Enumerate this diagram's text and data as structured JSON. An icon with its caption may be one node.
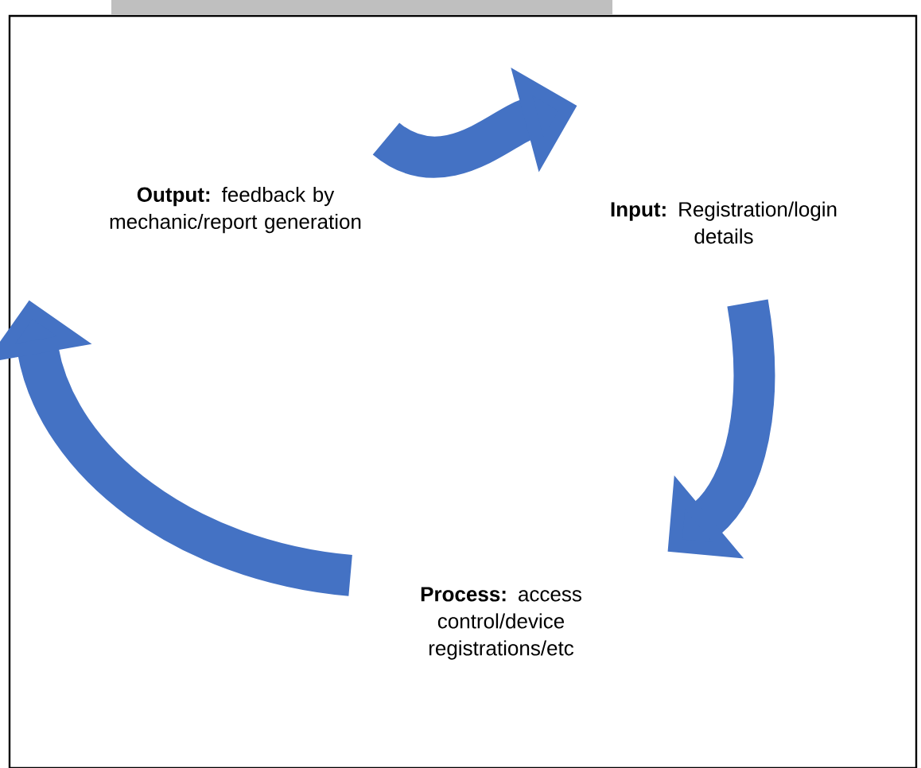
{
  "diagram": {
    "nodes": [
      {
        "text": [
          "**Output:** feedback by mechanic/report generation"
        ]
      },
      {
        "text": [
          "**Input:** Registration/login details"
        ]
      },
      {
        "text": [
          "**Process:** access control/device registrations/etc"
        ]
      }
    ],
    "edges": [
      {
        "from": 0,
        "to": 1,
        "arrow": "to"
      },
      {
        "from": 1,
        "to": 2,
        "arrow": "to"
      },
      {
        "from": 2,
        "to": 0,
        "arrow": "to"
      }
    ]
  }
}
